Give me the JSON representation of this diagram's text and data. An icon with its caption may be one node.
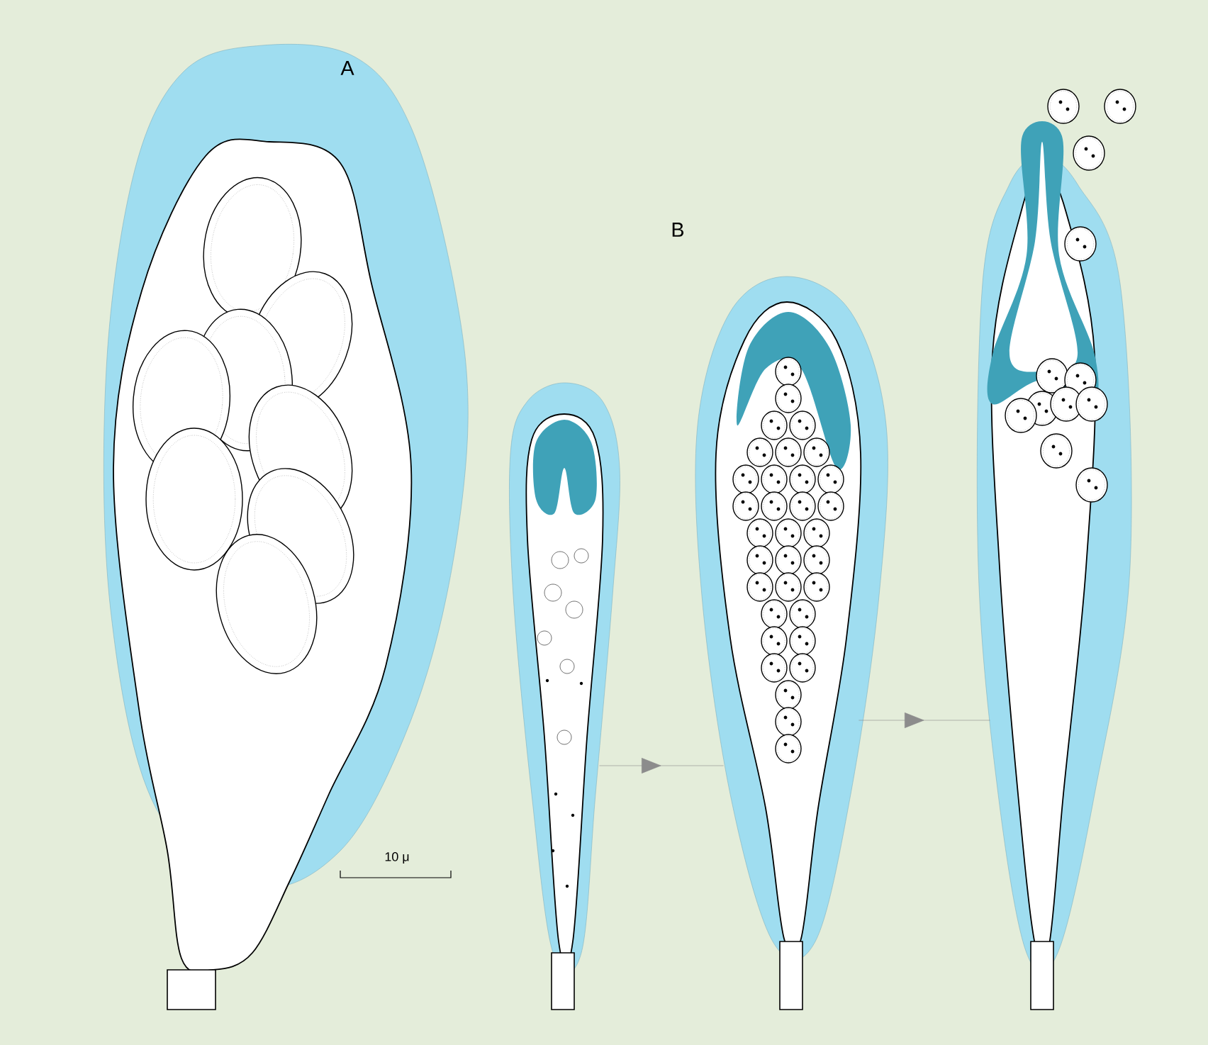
{
  "diagram": {
    "nodes": [
      {
        "text": [],
        "shape": "picture"
      },
      {
        "text": [],
        "shape": "picture"
      },
      {
        "text": [],
        "shape": "picture"
      },
      {
        "text": [],
        "shape": "picture"
      }
    ],
    "edges": [
      {
        "from": 1,
        "to": 2,
        "arrow": "to"
      },
      {
        "from": 2,
        "to": 3,
        "arrow": "to"
      }
    ],
    "labels": [
      "A",
      "B",
      "10 μ"
    ]
  }
}
